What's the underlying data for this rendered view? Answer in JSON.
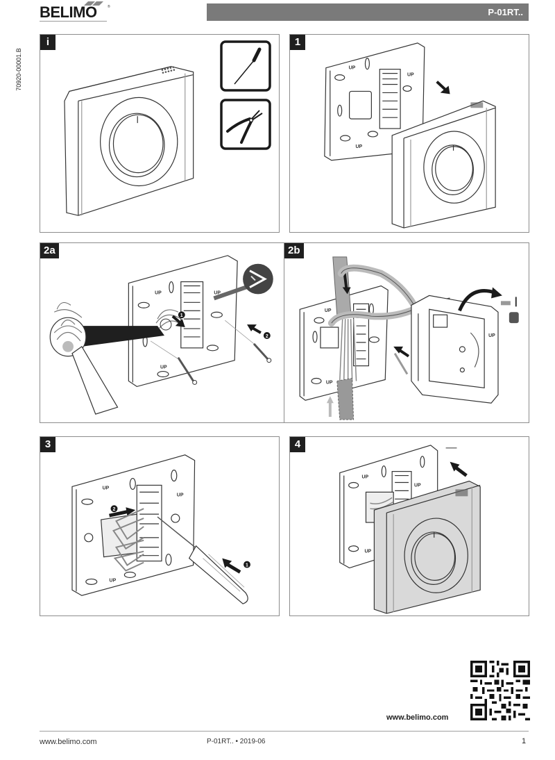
{
  "header": {
    "brand": "BELIMO",
    "registered_mark": "®",
    "product_code": "P-01RT..",
    "title_bar_color": "#7a7a7a"
  },
  "side_doc_number": "70920-00001.B",
  "panels": [
    {
      "step": "i",
      "description": "Room thermostat unit and required tools",
      "icons": [
        "screwdriver-icon",
        "pliers-icon"
      ]
    },
    {
      "step": "1",
      "description": "Remove front cover from base plate",
      "icons": [
        "arrow-icon"
      ]
    },
    {
      "step": "2a",
      "description": "Pass cable through base plate and fix with screws",
      "callouts": [
        "1",
        "2"
      ],
      "labels": [
        "UP",
        "UP",
        "UP"
      ]
    },
    {
      "step": "2b",
      "description": "Break out cable entry with pliers and fix base plate",
      "labels": [
        "UP"
      ]
    },
    {
      "step": "3",
      "description": "Connect wires to terminal block with screwdriver",
      "callouts": [
        "1",
        "2"
      ],
      "labels": [
        "UP",
        "UP",
        "UP"
      ]
    },
    {
      "step": "4",
      "description": "Attach front cover onto base plate",
      "labels": [
        "UP",
        "UP",
        "UP"
      ]
    }
  ],
  "qr": {
    "url_label": "www.belimo.com"
  },
  "footer": {
    "website": "www.belimo.com",
    "doc_ref": "P-01RT.. • 2019-06",
    "page_number": "1"
  },
  "colors": {
    "badge_bg": "#1f1f1f",
    "panel_border": "#8c8c8c",
    "cover_gray": "#d9d9d9"
  }
}
